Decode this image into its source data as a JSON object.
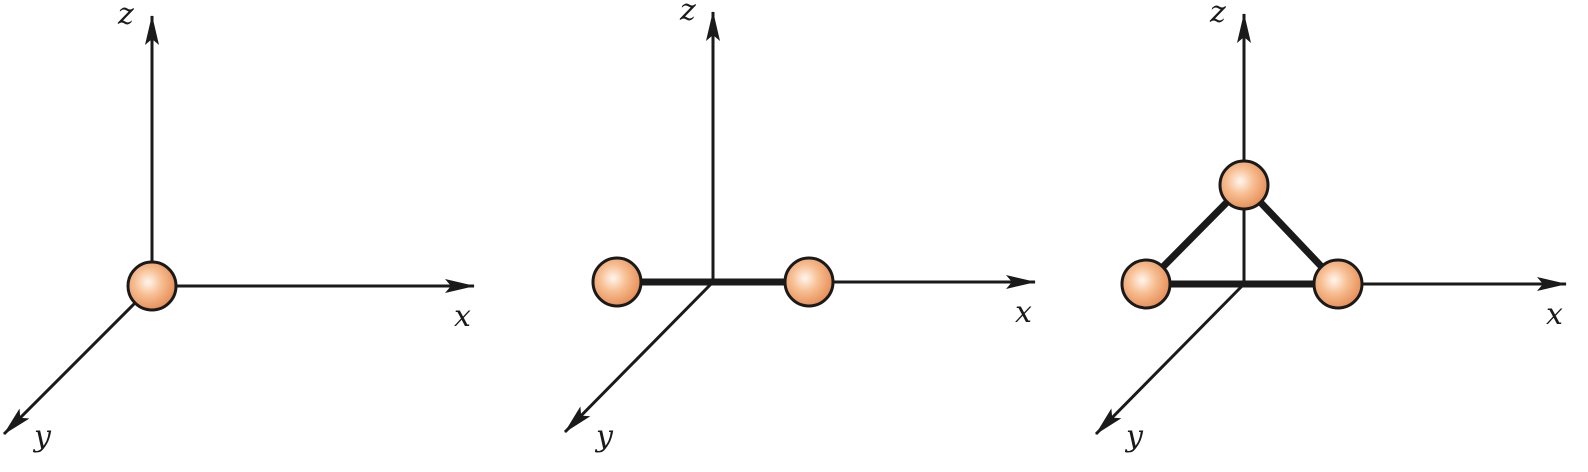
{
  "colors": {
    "line": "#1a1a1a",
    "atom_fill_center": "#fff4ea",
    "atom_fill_mid": "#f6b98c",
    "atom_fill_edge": "#e8925a",
    "atom_stroke": "#1a1a1a"
  },
  "panels": [
    {
      "axis_labels": {
        "x": "x",
        "y": "y",
        "z": "z"
      },
      "atoms": 1,
      "geometry": "single atom at origin"
    },
    {
      "axis_labels": {
        "x": "x",
        "y": "y",
        "z": "z"
      },
      "atoms": 2,
      "geometry": "two atoms on x axis"
    },
    {
      "axis_labels": {
        "x": "x",
        "y": "y",
        "z": "z"
      },
      "atoms": 3,
      "geometry": "three atoms triangle in x-z plane"
    }
  ]
}
